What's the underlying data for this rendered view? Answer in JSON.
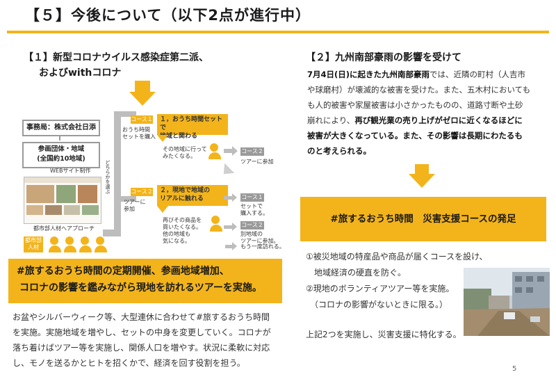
{
  "title": "【５】今後について（以下2点が進行中）",
  "left": {
    "heading_line1": "【１】新型コロナウイルス感染症第二派、",
    "heading_line2": "およびwithコロナ",
    "diagram": {
      "office": "事務局：株式会社日添",
      "groups_line1": "参画団体・地域",
      "groups_line2": "(全国約10地域)",
      "web": "WEBサイト制作",
      "approach": "都市部人材へアプローチ",
      "city_tag": "都市部\n人材",
      "choose": "どちらかを選ぶ",
      "course1_tag": "コース１",
      "course1_note": "おうち時間\nセットを購入",
      "step1": "１，おうち時間セットで\n地域と関わる",
      "step1_sub": "その地域に行って\nみたくなる。",
      "course2_tag": "コース２",
      "course2_join": "ツアーに参加",
      "course2_tag_b": "コース２",
      "course2_note_b": "ツアーに\n参加",
      "step2": "２，現地で地域の\nリアルに触れる",
      "step2_sub": "再びその商品を\n買いたくなる。\n他の地域も\n気になる。",
      "c1_tag": "コース１",
      "c1_text": "セットで\n購入する。",
      "c2_tag": "コース２",
      "c2_text": "別地域の\nツアーに参加。",
      "again": "もう一度訪れる。"
    },
    "banner_line1": "#旅するおうち時間の定期開催、参画地域増加、",
    "banner_line2": "コロナの影響を鑑みながら現地を訪れるツアーを実施。",
    "body": [
      "お盆やシルバーウィーク等、大型連休に合わせて#旅するおうち時間",
      "を実施。実施地域を増やし、セットの中身を変更していく。コロナが",
      "落ち着けばツアー等を実施し、関係人口を増やす。状況に柔軟に対応",
      "し、モノを送るかとヒトを招くかで、経済を回す役割を担う。"
    ]
  },
  "right": {
    "heading": "【２】九州南部豪雨の影響を受けて",
    "p_strong1": "7月4日(日)に起きた九州南部豪雨",
    "p_rest1": "では、近隣の町村（人吉市",
    "p_line2": "や球磨村）が壊滅的な被害を受けた。また、五木村においても",
    "p_line3": "も人的被害や家屋被害は小さかったものの、道路寸断や土砂",
    "p_line4a": "崩れにより、",
    "p_strong4": "再び観光業の売り上げがゼロに近くなるほどに",
    "p_strong5": "被害が大きくなっている。また、その影響は長期にわたるも",
    "p_strong6": "のと考えられる。",
    "banner": "#旅するおうち時間　災害支援コースの発足",
    "items": [
      "①被災地域の特産品や商品が届くコースを設け、",
      "　地域経済の硬直を防ぐ。",
      "②現地のボランティアツアー等を実施。",
      "　（コロナの影響がないときに限る。）",
      "上記2つを実施し、災害支援に特化する。"
    ]
  },
  "page_number": "5",
  "accent_color": "#f3b41b"
}
